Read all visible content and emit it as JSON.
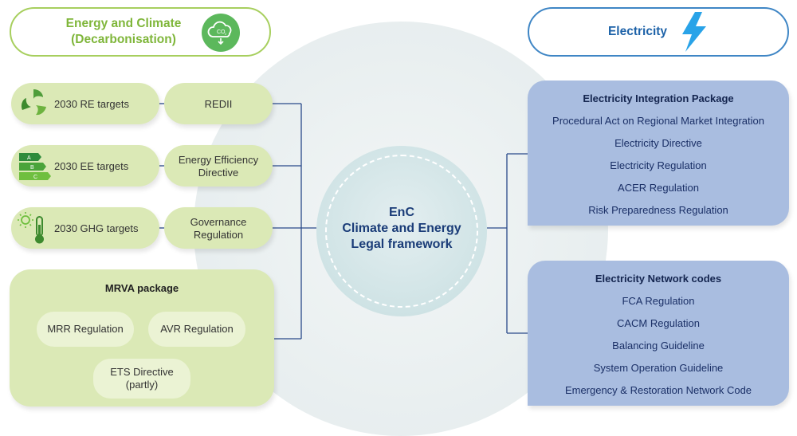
{
  "header_left": {
    "title_line1": "Energy and Climate",
    "title_line2": "(Decarbonisation)",
    "icon": "co2-cloud-icon"
  },
  "header_right": {
    "title": "Electricity",
    "icon": "lightning-bolt-icon"
  },
  "targets": [
    {
      "label": "2030 RE targets",
      "directive": "REDII",
      "icon": "recycle-leaves-icon"
    },
    {
      "label": "2030 EE targets",
      "directive_line1": "Energy Efficiency",
      "directive_line2": "Directive",
      "icon": "energy-rating-icon"
    },
    {
      "label": "2030 GHG targets",
      "directive_line1": "Governance",
      "directive_line2": "Regulation",
      "icon": "thermometer-sun-icon"
    }
  ],
  "mrva": {
    "title": "MRVA package",
    "items": [
      "MRR Regulation",
      "AVR Regulation"
    ],
    "ets_line1": "ETS Directive",
    "ets_line2": "(partly)"
  },
  "center": {
    "line1": "EnC",
    "line2": "Climate and Energy",
    "line3": "Legal framework"
  },
  "integration": {
    "title": "Electricity Integration Package",
    "items": [
      "Procedural Act on Regional Market Integration",
      "Electricity Directive",
      "Electricity Regulation",
      "ACER Regulation",
      "Risk Preparedness Regulation"
    ]
  },
  "network_codes": {
    "title": "Electricity Network codes",
    "items": [
      "FCA Regulation",
      "CACM Regulation",
      "Balancing Guideline",
      "System Operation Guideline",
      "Emergency & Restoration Network Code"
    ]
  },
  "colors": {
    "green_accent": "#7fb63a",
    "green_fill": "#dbe9b6",
    "blue_accent": "#1d62a8",
    "blue_fill": "#a9bde0",
    "center_text": "#1a3c78"
  }
}
